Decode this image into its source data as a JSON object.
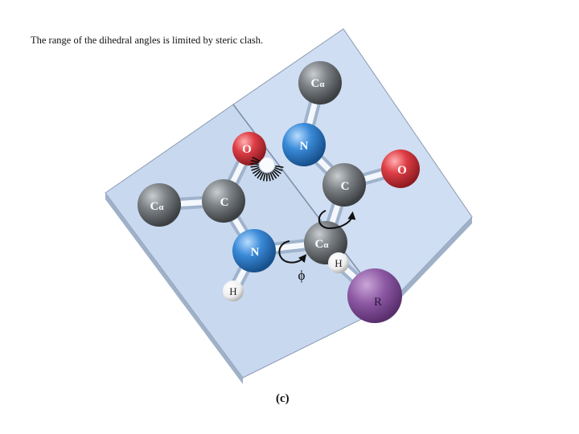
{
  "caption": "The range of the dihedral angles is limited by steric clash.",
  "panel_label": "(c)",
  "atoms": {
    "ca_top": {
      "main": "C",
      "sub": "α"
    },
    "o_left": {
      "main": "O"
    },
    "n_top": {
      "main": "N"
    },
    "o_right": {
      "main": "O"
    },
    "c_right": {
      "main": "C"
    },
    "ca_left": {
      "main": "C",
      "sub": "α"
    },
    "c_left": {
      "main": "C"
    },
    "n_bottom": {
      "main": "N"
    },
    "ca_center": {
      "main": "C",
      "sub": "α"
    },
    "h_right": {
      "main": "H"
    },
    "h_left": {
      "main": "H"
    },
    "r_group": {
      "main": "R"
    }
  },
  "phi_label": "ϕ",
  "colors": {
    "plane": "#c9d9ee",
    "carbon": "#6f7478",
    "oxygen": "#d5353d",
    "nitrogen": "#2f7fd0",
    "hydrogen": "#f2f2f2",
    "r_group": "#8a55a0"
  }
}
